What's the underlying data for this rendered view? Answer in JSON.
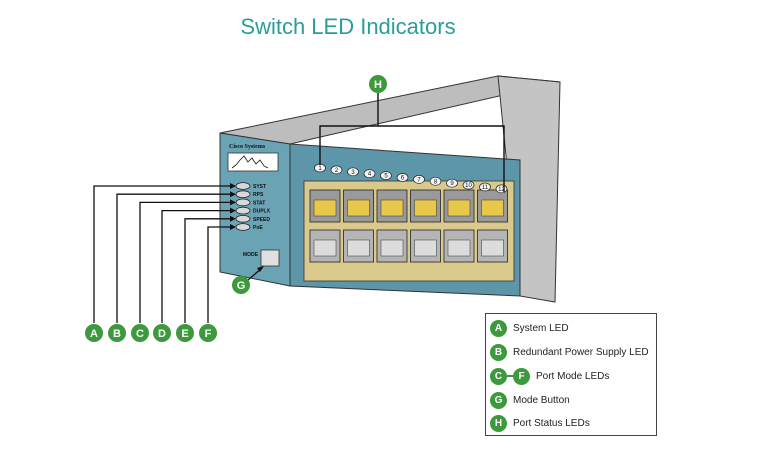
{
  "title": "Switch LED Indicators",
  "logo_text": "Cisco Systems",
  "mode_label": "MODE",
  "led_labels": [
    "SYST",
    "RPS",
    "STAT",
    "DUPLX",
    "SPEED",
    "PoE"
  ],
  "port_numbers": [
    "1",
    "2",
    "3",
    "4",
    "5",
    "6",
    "7",
    "8",
    "9",
    "10",
    "11",
    "12"
  ],
  "callouts": {
    "a": "A",
    "b": "B",
    "c": "C",
    "d": "D",
    "e": "E",
    "f": "F",
    "g": "G",
    "h": "H"
  },
  "legend": {
    "system": {
      "badge": "A",
      "text": "System LED"
    },
    "rps": {
      "badge": "B",
      "text": "Redundant Power Supply LED"
    },
    "port_mode": {
      "badge_start": "C",
      "badge_end": "F",
      "text": "Port Mode LEDs"
    },
    "mode_button": {
      "badge": "G",
      "text": "Mode Button"
    },
    "port_status": {
      "badge": "H",
      "text": "Port Status LEDs"
    }
  },
  "colors": {
    "title": "#2a9d9a",
    "badge": "#3c9a3c",
    "chassis_front": "#5d96a8",
    "chassis_top": "#bfbfbf",
    "led_amber": "#e8c84a"
  }
}
